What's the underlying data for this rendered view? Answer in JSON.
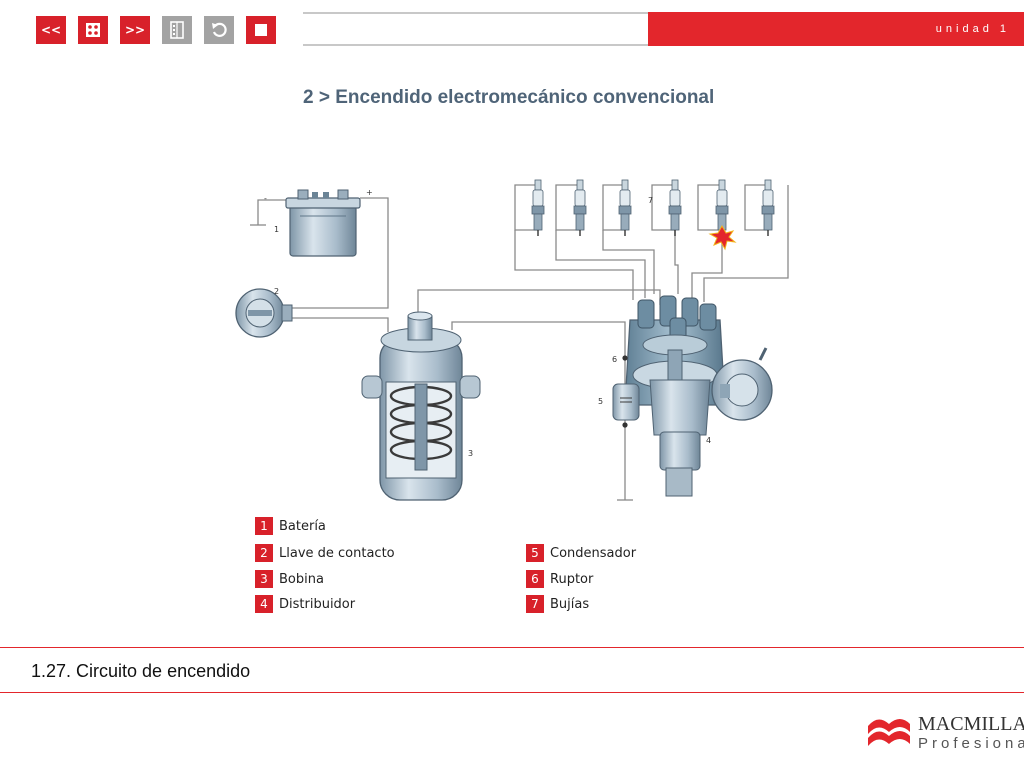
{
  "nav": {
    "prev_label": "<<",
    "next_label": ">>",
    "home_icon": "dice-grid-icon",
    "index_icon": "index-list-icon",
    "back_icon": "undo-arrow-icon",
    "stop_icon": "stop-square-icon"
  },
  "header": {
    "unit_label": "unidad 1",
    "title": "2 > Encendido electromecánico convencional"
  },
  "diagram": {
    "callouts": [
      "-",
      "+",
      "1",
      "2",
      "3",
      "4",
      "5",
      "6",
      "7"
    ],
    "legend": [
      {
        "num": "1",
        "label": "Batería"
      },
      {
        "num": "2",
        "label": "Llave de contacto"
      },
      {
        "num": "3",
        "label": "Bobina"
      },
      {
        "num": "4",
        "label": "Distribuidor"
      },
      {
        "num": "5",
        "label": "Condensador"
      },
      {
        "num": "6",
        "label": "Ruptor"
      },
      {
        "num": "7",
        "label": "Bujías"
      }
    ]
  },
  "footer": {
    "caption": "1.27. Circuito de encendido",
    "brand_name": "MACMILLAN",
    "brand_sub": "Profesional"
  },
  "colors": {
    "accent_red": "#d8212a",
    "title_blue": "#4f6478",
    "button_grey": "#a3a3a3"
  }
}
